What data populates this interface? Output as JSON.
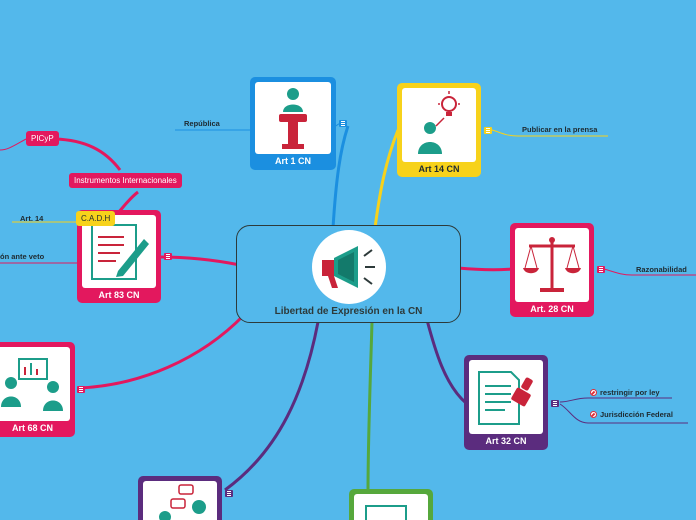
{
  "central": {
    "title": "Libertad de Expresión en la CN",
    "icon": "megaphone-icon"
  },
  "colors": {
    "background": "#53B8EB",
    "blue": "#1B8FE0",
    "yellow": "#F7D21B",
    "pink": "#E3185E",
    "purple": "#5B2C7E",
    "green": "#56A83C",
    "teal": "#1C9D8A",
    "red": "#C9243A"
  },
  "cards": {
    "art1": {
      "title": "Art 1 CN",
      "icon": "speaker-podium-icon"
    },
    "art14": {
      "title": "Art 14 CN",
      "icon": "person-idea-icon"
    },
    "art28": {
      "title": "Art. 28 CN",
      "icon": "scales-icon"
    },
    "art32": {
      "title": "Art 32 CN",
      "icon": "document-stamp-icon"
    },
    "art83": {
      "title": "Art 83 CN",
      "icon": "document-pen-icon"
    },
    "art68": {
      "title": "Art 68 CN",
      "icon": "meeting-presentation-icon"
    },
    "bottom_left": {
      "icon": "chat-people-icon"
    },
    "bottom_center": {
      "icon": "document-icon"
    }
  },
  "labels": {
    "republica": "República",
    "publicar": "Publicar en la prensa",
    "razonabilidad": "Razonabilidad",
    "restringir": "restringir por ley",
    "jurisdiccion": "Jurisdicción Federal",
    "insistencia": "ón ante veto",
    "art14_small": "Art. 14"
  },
  "tags": {
    "picyp": "PICyP",
    "instrumentos": "Instrumentos Internacionales",
    "cadh": "C.A.D.H"
  }
}
